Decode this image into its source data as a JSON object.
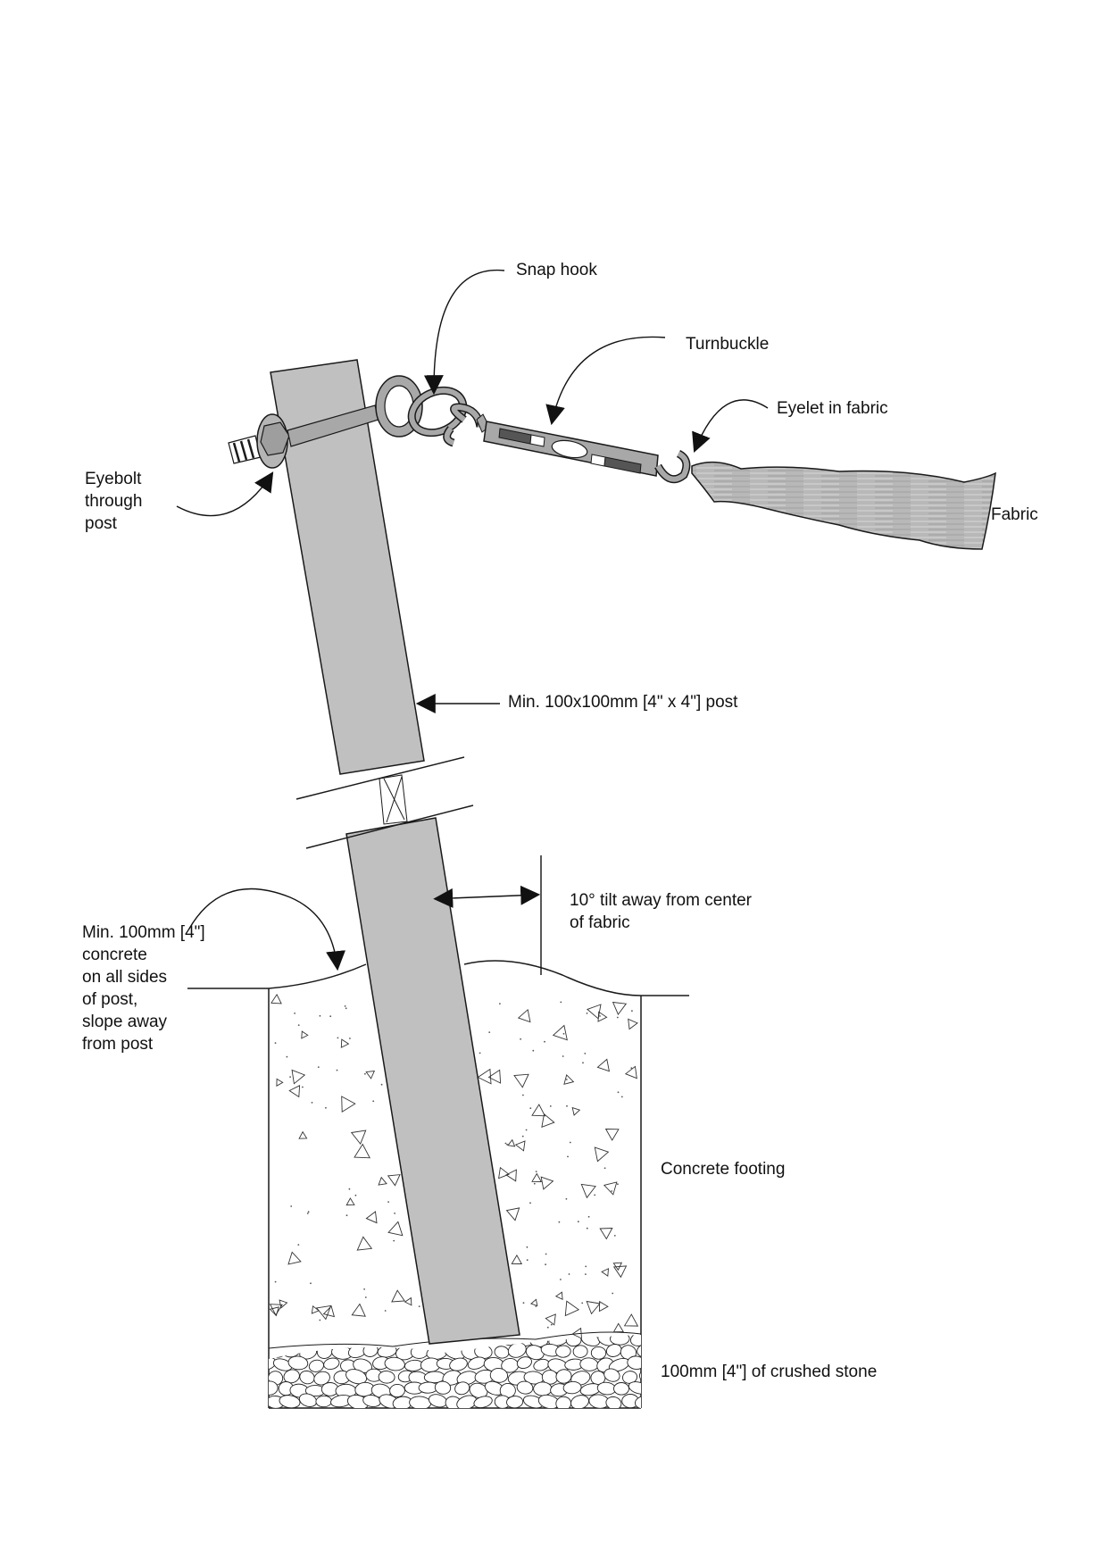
{
  "labels": {
    "snap_hook": "Snap hook",
    "turnbuckle": "Turnbuckle",
    "eyelet": "Eyelet in fabric",
    "eyebolt": "Eyebolt\nthrough\npost",
    "fabric": "Fabric",
    "post": "Min. 100x100mm [4\" x 4\"] post",
    "tilt": "10° tilt away from center\nof fabric",
    "concrete_cover": "Min. 100mm [4\"]\nconcrete\non all sides\nof post,\nslope away\nfrom post",
    "footing": "Concrete footing",
    "stone": "100mm [4\"] of crushed stone"
  },
  "colors": {
    "post_fill": "#c0c0c0",
    "outline": "#1a1a1a",
    "hardware_fill": "#a8a8a8",
    "fabric_fill": "#b5b5b5",
    "background": "#ffffff"
  }
}
